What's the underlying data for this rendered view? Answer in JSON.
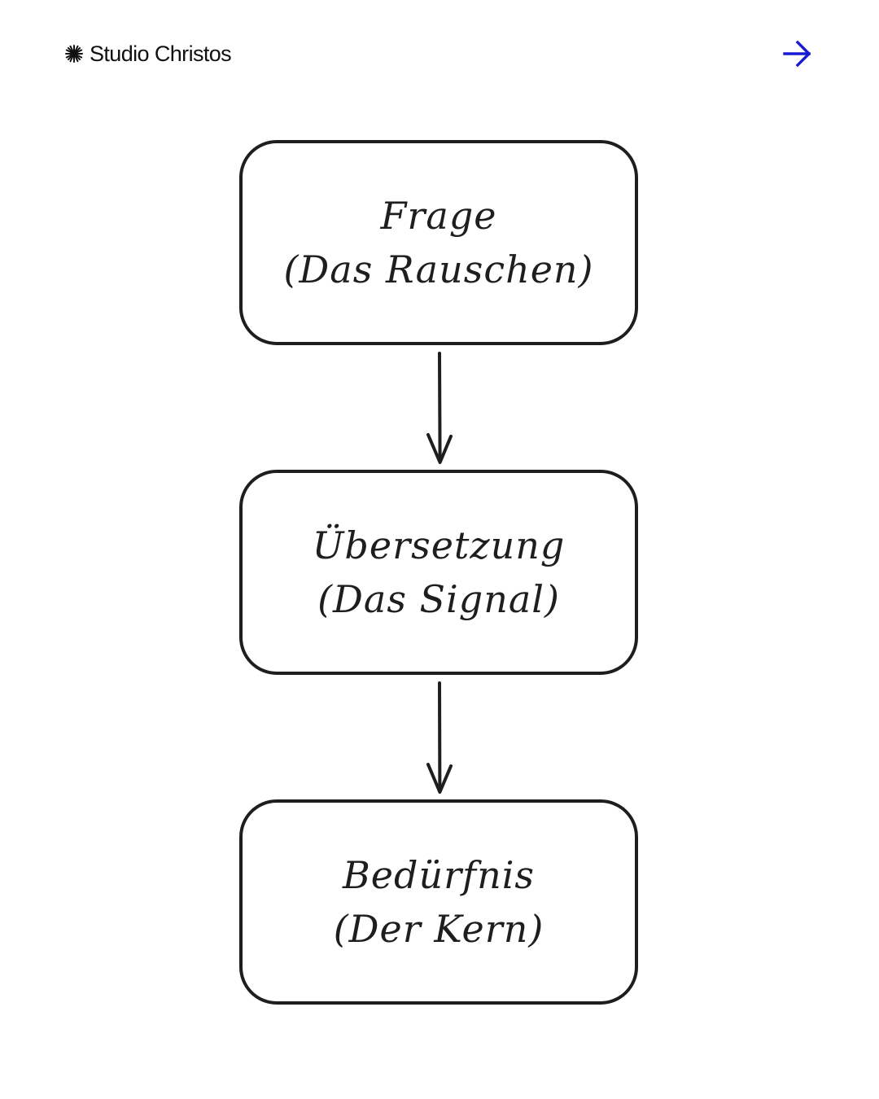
{
  "header": {
    "brand_name": "Studio Christos",
    "brand_icon": "sparkle-icon",
    "next_icon": "arrow-right-icon",
    "accent_color": "#1a1ad4"
  },
  "diagram": {
    "stroke_color": "#1e1e1e",
    "nodes": [
      {
        "title": "Frage",
        "subtitle": "(Das Rauschen)"
      },
      {
        "title": "Übersetzung",
        "subtitle": "(Das Signal)"
      },
      {
        "title": "Bedürfnis",
        "subtitle": "(Der Kern)"
      }
    ],
    "edges": [
      {
        "from": "Frage",
        "to": "Übersetzung"
      },
      {
        "from": "Übersetzung",
        "to": "Bedürfnis"
      }
    ]
  }
}
